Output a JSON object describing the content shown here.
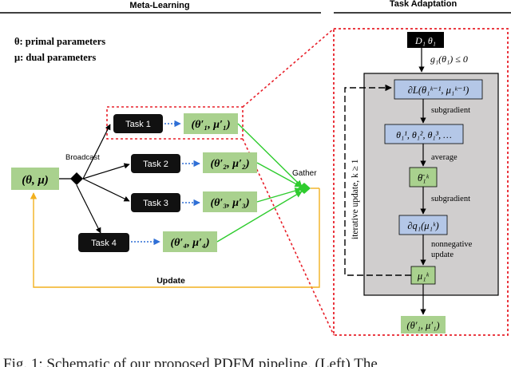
{
  "headers": {
    "left": "Meta-Learning",
    "right": "Task Adaptation"
  },
  "legend": {
    "theta": "θ:  primal parameters",
    "mu": "μ:  dual parameters"
  },
  "labels": {
    "broadcast": "Broadcast",
    "gather": "Gather",
    "update": "Update",
    "iterative": "iterative update, k ≥ 1"
  },
  "init": "(θ, μ)",
  "tasks": [
    {
      "name": "Task 1",
      "params": "(θ′₁, μ′₁)"
    },
    {
      "name": "Task 2",
      "params": "(θ′₂, μ′₂)"
    },
    {
      "name": "Task 3",
      "params": "(θ′₃, μ′₃)"
    },
    {
      "name": "Task 4",
      "params": "(θ′₄, μ′₄)"
    }
  ],
  "adaptation": {
    "input": "D₁  θ₁",
    "constraint": "g₁(θ₁) ≤ 0",
    "lagrangian": "∂L(θ₁ᵏ⁻¹, μ₁ᵏ⁻¹)",
    "subgradient_1": "subgradient",
    "samples": "θ₁¹, θ₁², θ₁³, …",
    "average": "average",
    "avg_theta": "θ̄₁ᵏ",
    "subgradient_2": "subgradient",
    "dual_grad": "∂q₁(μ₁ᵏ)",
    "nonneg_1": "nonnegative",
    "nonneg_2": "update",
    "mu_k": "μ₁ᵏ",
    "output": "(θ′₁, μ′₁)"
  },
  "caption": "Fig. 1: Schematic of our proposed PDFM pipeline. (Left) The",
  "colors": {
    "green_box": "#a9d18e",
    "blue_box": "#b4c7e7",
    "gray_panel": "#d0cece",
    "red_dash": "#e8202a",
    "green_line": "#2ecc2e",
    "orange_line": "#f2b01e",
    "blue_dot": "#2f6fd6"
  }
}
